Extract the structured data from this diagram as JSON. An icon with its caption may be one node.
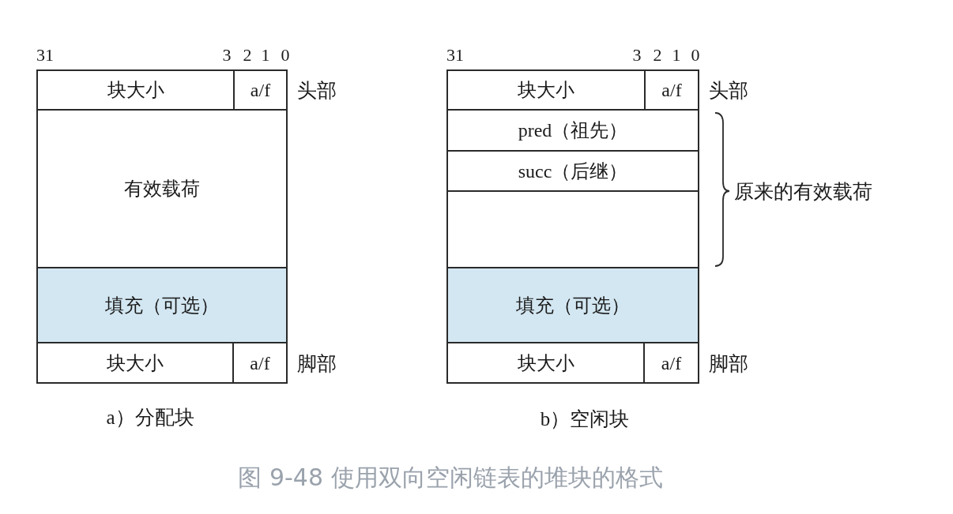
{
  "diagram": {
    "caption": "图 9-48 使用双向空闲链表的堆块的格式",
    "nodes": [
      {
        "text": [
          "块大小"
        ]
      },
      {
        "text": [
          "a/f"
        ],
        "beside": [
          "头部"
        ]
      },
      {
        "text": [
          "有效载荷"
        ]
      },
      {
        "text": [
          "填充（可选）"
        ]
      },
      {
        "text": [
          "块大小"
        ]
      },
      {
        "text": [
          "a/f"
        ],
        "beside": [
          "脚部"
        ]
      },
      {
        "text": [
          "块大小"
        ]
      },
      {
        "text": [
          "a/f"
        ],
        "beside": [
          "头部"
        ]
      },
      {
        "text": [
          "pred（祖先）"
        ]
      },
      {
        "text": [
          "succ（后继）"
        ]
      },
      {
        "text": [],
        "shape": "box"
      },
      {
        "text": [
          "填充（可选）"
        ]
      },
      {
        "text": [
          "块大小"
        ]
      },
      {
        "text": [
          "a/f"
        ],
        "beside": [
          "脚部"
        ]
      }
    ],
    "labels": [
      "31",
      "3",
      "2",
      "1",
      "0",
      "31",
      "3",
      "2",
      "1",
      "0",
      "原来的有效载荷",
      "a）分配块",
      "b）空闲块"
    ]
  }
}
